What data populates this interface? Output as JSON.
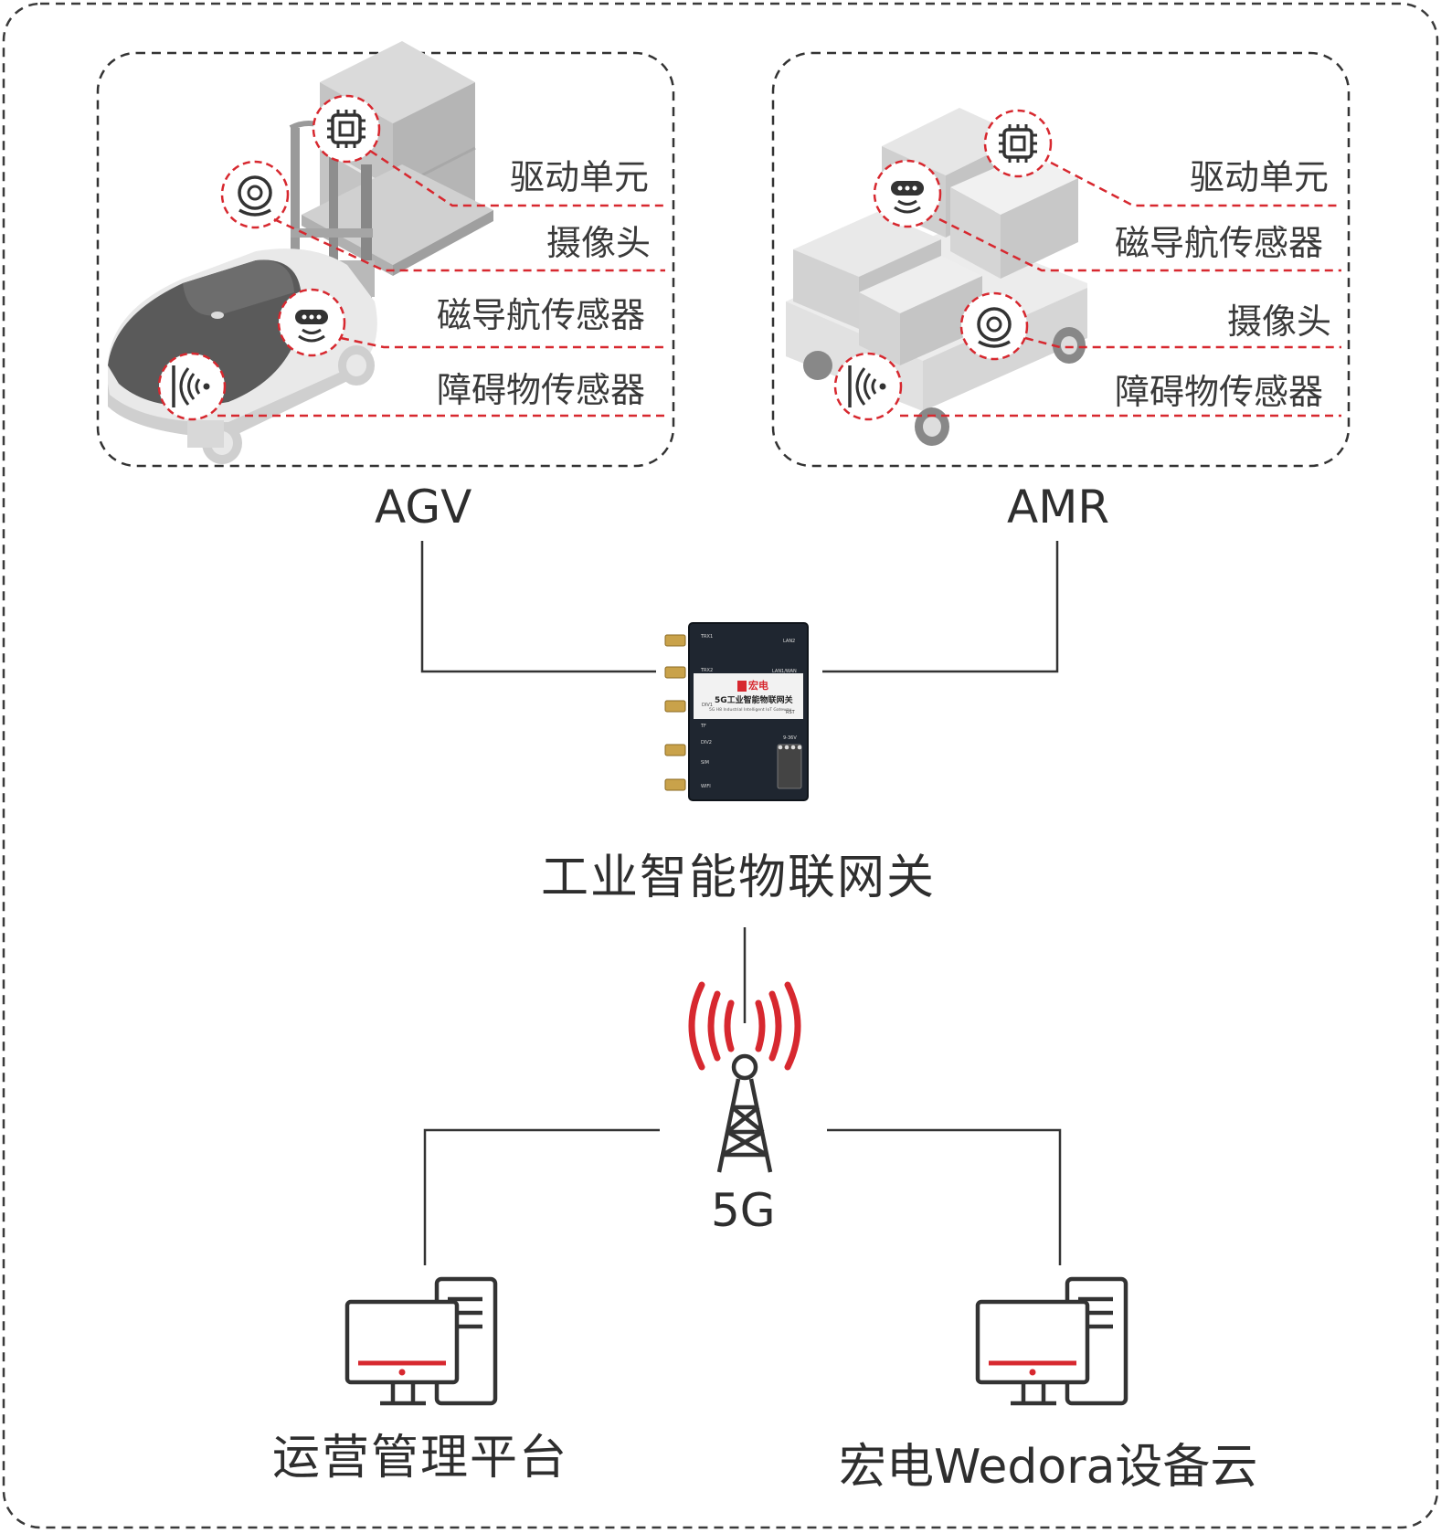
{
  "agv": {
    "title": "AGV",
    "sensors": [
      {
        "label": "驱动单元",
        "icon": "chip-icon"
      },
      {
        "label": "摄像头",
        "icon": "camera-icon"
      },
      {
        "label": "磁导航传感器",
        "icon": "magnetic-nav-icon"
      },
      {
        "label": "障碍物传感器",
        "icon": "obstacle-sensor-icon"
      }
    ]
  },
  "amr": {
    "title": "AMR",
    "sensors": [
      {
        "label": "驱动单元",
        "icon": "chip-icon"
      },
      {
        "label": "磁导航传感器",
        "icon": "magnetic-nav-icon"
      },
      {
        "label": "摄像头",
        "icon": "camera-icon"
      },
      {
        "label": "障碍物传感器",
        "icon": "obstacle-sensor-icon"
      }
    ]
  },
  "gateway": {
    "label": "工业智能物联网关",
    "device": {
      "brand": "宏电",
      "product_name": "5G工业智能物联网关",
      "product_name_en": "5G H8 Industrial Intelligent IoT Gateway",
      "ports_left": [
        "TRX1",
        "TRX2",
        "DIV1",
        "TF",
        "DIV2",
        "SIM",
        "WIFI"
      ],
      "ports_right": [
        "LAN2",
        "LAN1/WAN",
        "RST",
        "9-36V"
      ]
    }
  },
  "network": {
    "label": "5G",
    "icon": "cell-tower-icon"
  },
  "endpoints": [
    {
      "label": "运营管理平台",
      "icon": "desktop-computer-icon"
    },
    {
      "label": "宏电Wedora设备云",
      "icon": "desktop-computer-icon"
    }
  ],
  "colors": {
    "accent_red": "#d7282f",
    "line_dark": "#3a3a3a",
    "device_body": "#1f2630"
  }
}
